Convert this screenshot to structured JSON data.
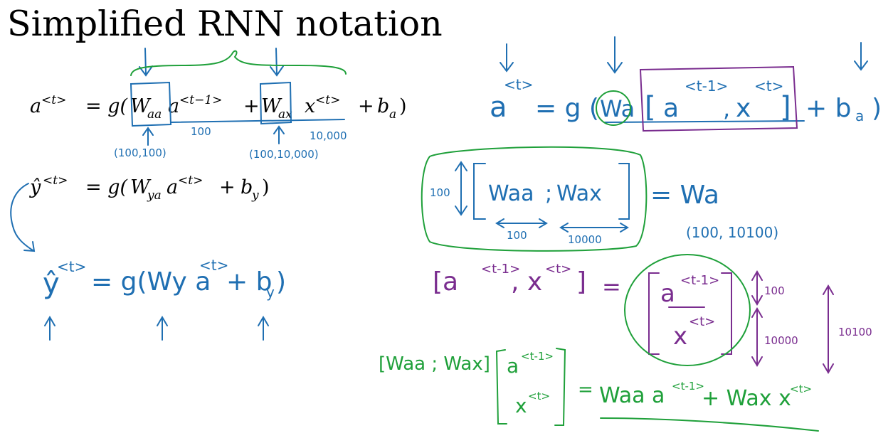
{
  "slide": {
    "title": "Simplified RNN notation"
  },
  "typed": {
    "eq1": {
      "lhs_base": "a",
      "lhs_sup": "<t>",
      "eq_g": "= g(",
      "w1_base": "W",
      "w1_sub": "aa",
      "a_base": "a",
      "a_sup": "<t−1>",
      "plus1": "+",
      "w2_base": "W",
      "w2_sub": "ax",
      "x_base": "x",
      "x_sup": "<t>",
      "plus2": "+",
      "b_base": "b",
      "b_sub": "a",
      "close": ")"
    },
    "eq2": {
      "lhs_base": "ŷ",
      "lhs_sup": "<t>",
      "eq_g": "= g(",
      "w_base": "W",
      "w_sub": "ya",
      "a_base": "a",
      "a_sup": "<t>",
      "plus": "+",
      "b_base": "b",
      "b_sub": "y",
      "close": ")"
    }
  },
  "annotations": {
    "n100": "100",
    "n10000": "10,000",
    "dims_waa": "(100,100)",
    "dims_wax": "(100,10,000)",
    "eq_a_lhs": "a",
    "eq_a_lhs_sup": "<t>",
    "eq_a_eq": "= g (",
    "eq_a_wa": "Wa",
    "eq_a_open": "[",
    "eq_a_a": "a",
    "eq_a_a_sup": "<t-1>",
    "eq_a_comma": ",",
    "eq_a_x": "x",
    "eq_a_x_sup": "<t>",
    "eq_a_close": "]",
    "eq_a_plus_b": "+ b",
    "eq_a_b_sub": "a",
    "eq_a_paren": ")",
    "mat_left_100": "100",
    "mat_waa": "Waa",
    "mat_sep": ";",
    "mat_wax": "Wax",
    "mat_eq_wa": "= Wa",
    "mat_100": "100",
    "mat_10000": "10000",
    "wa_dims": "(100, 10100)",
    "stack_lhs": "[a",
    "stack_lhs_sup": "<t-1>",
    "stack_lhs_x": ", x",
    "stack_lhs_x_sup": "<t>",
    "stack_lhs_close": "]",
    "stack_eq": "=",
    "stack_top": "a",
    "stack_top_sup": "<t-1>",
    "stack_bot": "x",
    "stack_bot_sup": "<t>",
    "stack_100": "100",
    "stack_10000": "10000",
    "stack_10100": "10100",
    "yhat_lhs": "ŷ",
    "yhat_lhs_sup": "<t>",
    "yhat_eq": "= g(Wy a",
    "yhat_a_sup": "<t>",
    "yhat_plus": "+ b",
    "yhat_b_sub": "y",
    "yhat_close": ")",
    "bottom_lhs": "[Waa ; Wax]",
    "bottom_top": "a",
    "bottom_top_sup": "<t-1>",
    "bottom_bot": "x",
    "bottom_bot_sup": "<t>",
    "bottom_eq": "=",
    "bottom_rhs_1": "Waa a",
    "bottom_rhs_1_sup": "<t-1>",
    "bottom_rhs_2": "+ Wax x",
    "bottom_rhs_2_sup": "<t>"
  },
  "colors": {
    "blue": "#1f6fb2",
    "green": "#1fa03a",
    "purple": "#7a2d8f",
    "black": "#000000"
  }
}
